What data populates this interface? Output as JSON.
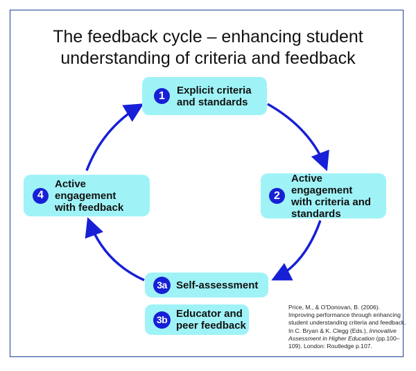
{
  "title": {
    "line1": "The feedback cycle – enhancing student",
    "line2": "understanding of criteria and feedback"
  },
  "steps": [
    {
      "num": "1",
      "line1": "Explicit criteria",
      "line2": "and standards"
    },
    {
      "num": "2",
      "line1": "Active engagement",
      "line2": "with criteria and",
      "line3": "standards"
    },
    {
      "num": "3a",
      "line1": "Self-assessment"
    },
    {
      "num": "3b",
      "line1": "Educator and",
      "line2": "peer feedback"
    },
    {
      "num": "4",
      "line1": "Active",
      "line2": "engagement",
      "line3": "with feedback"
    }
  ],
  "citation": {
    "part1": "Price, M., & O'Donovan, B. (2006). Improving performance through enhancing student understanding criteria and feedback. In C. Bryan & K. Clegg (Eds.),",
    "italic": "Innovative Assessment in Higher Education",
    "part2": "(pp.100–109). London: Routledge p.107."
  },
  "colors": {
    "box_fill": "#9ff3f7",
    "number_badge": "#1720d6",
    "arrow": "#1720d6",
    "frame_border": "#1c3f9a"
  }
}
